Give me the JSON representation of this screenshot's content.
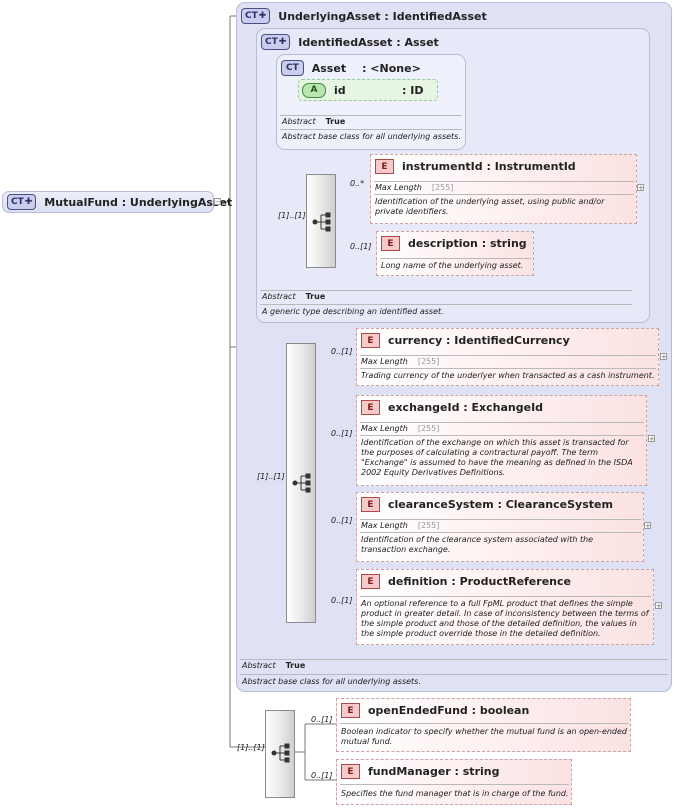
{
  "root": {
    "badge": "CT",
    "label": "MutualFund : UnderlyingAsset"
  },
  "underlying_asset": {
    "badge": "CT",
    "label": "UnderlyingAsset : IdentifiedAsset",
    "abstract_label": "Abstract",
    "abstract_value": "True",
    "description": "Abstract base class for all underlying assets."
  },
  "identified_asset": {
    "badge": "CT",
    "label": "IdentifiedAsset : Asset",
    "abstract_label": "Abstract",
    "abstract_value": "True",
    "description": "A generic type describing an identified asset."
  },
  "asset": {
    "badge": "CT",
    "name": "Asset",
    "type": ": <None>",
    "attribute": {
      "badge": "A",
      "name": "id",
      "type": ": ID"
    },
    "abstract_label": "Abstract",
    "abstract_value": "True",
    "description": "Abstract base class for all underlying assets."
  },
  "identified_sequence": {
    "cardinality": "[1]..[1]",
    "elements": [
      {
        "badge": "E",
        "label": "instrumentId : InstrumentId",
        "cardinality": "0..*",
        "prop_label": "Max Length",
        "prop_value": "[255]",
        "description": "Identification of the underlying asset, using public and/or private identifiers."
      },
      {
        "badge": "E",
        "label": "description : string",
        "cardinality": "0..[1]",
        "description": "Long name of the underlying asset."
      }
    ]
  },
  "underlying_sequence": {
    "cardinality": "[1]..[1]",
    "elements": [
      {
        "badge": "E",
        "label": "currency : IdentifiedCurrency",
        "cardinality": "0..[1]",
        "prop_label": "Max Length",
        "prop_value": "[255]",
        "description": "Trading currency of the underlyer when transacted as a cash instrument."
      },
      {
        "badge": "E",
        "label": "exchangeId : ExchangeId",
        "cardinality": "0..[1]",
        "prop_label": "Max Length",
        "prop_value": "[255]",
        "description": "Identification of the exchange on which this asset is transacted for the purposes of calculating a contractural payoff. The term \"Exchange\" is assumed to have the meaning as defined in the ISDA 2002 Equity Derivatives Definitions."
      },
      {
        "badge": "E",
        "label": "clearanceSystem : ClearanceSystem",
        "cardinality": "0..[1]",
        "prop_label": "Max Length",
        "prop_value": "[255]",
        "description": "Identification of the clearance system associated with the transaction exchange."
      },
      {
        "badge": "E",
        "label": "definition : ProductReference",
        "cardinality": "0..[1]",
        "description": "An optional reference to a full FpML product that defines the simple product in greater detail. In case of inconsistency between the terms of the simple product and those of the detailed definition, the values in the simple product override those in the detailed definition."
      }
    ]
  },
  "mutualfund_sequence": {
    "cardinality": "[1]..[1]",
    "elements": [
      {
        "badge": "E",
        "label": "openEndedFund : boolean",
        "cardinality": "0..[1]",
        "description": "Boolean indicator to specify whether the mutual fund is an open-ended mutual fund."
      },
      {
        "badge": "E",
        "label": "fundManager : string",
        "cardinality": "0..[1]",
        "description": "Specifies the fund manager that is in charge of the fund."
      }
    ]
  },
  "expander_symbol": "+",
  "collapse_symbol": "−"
}
